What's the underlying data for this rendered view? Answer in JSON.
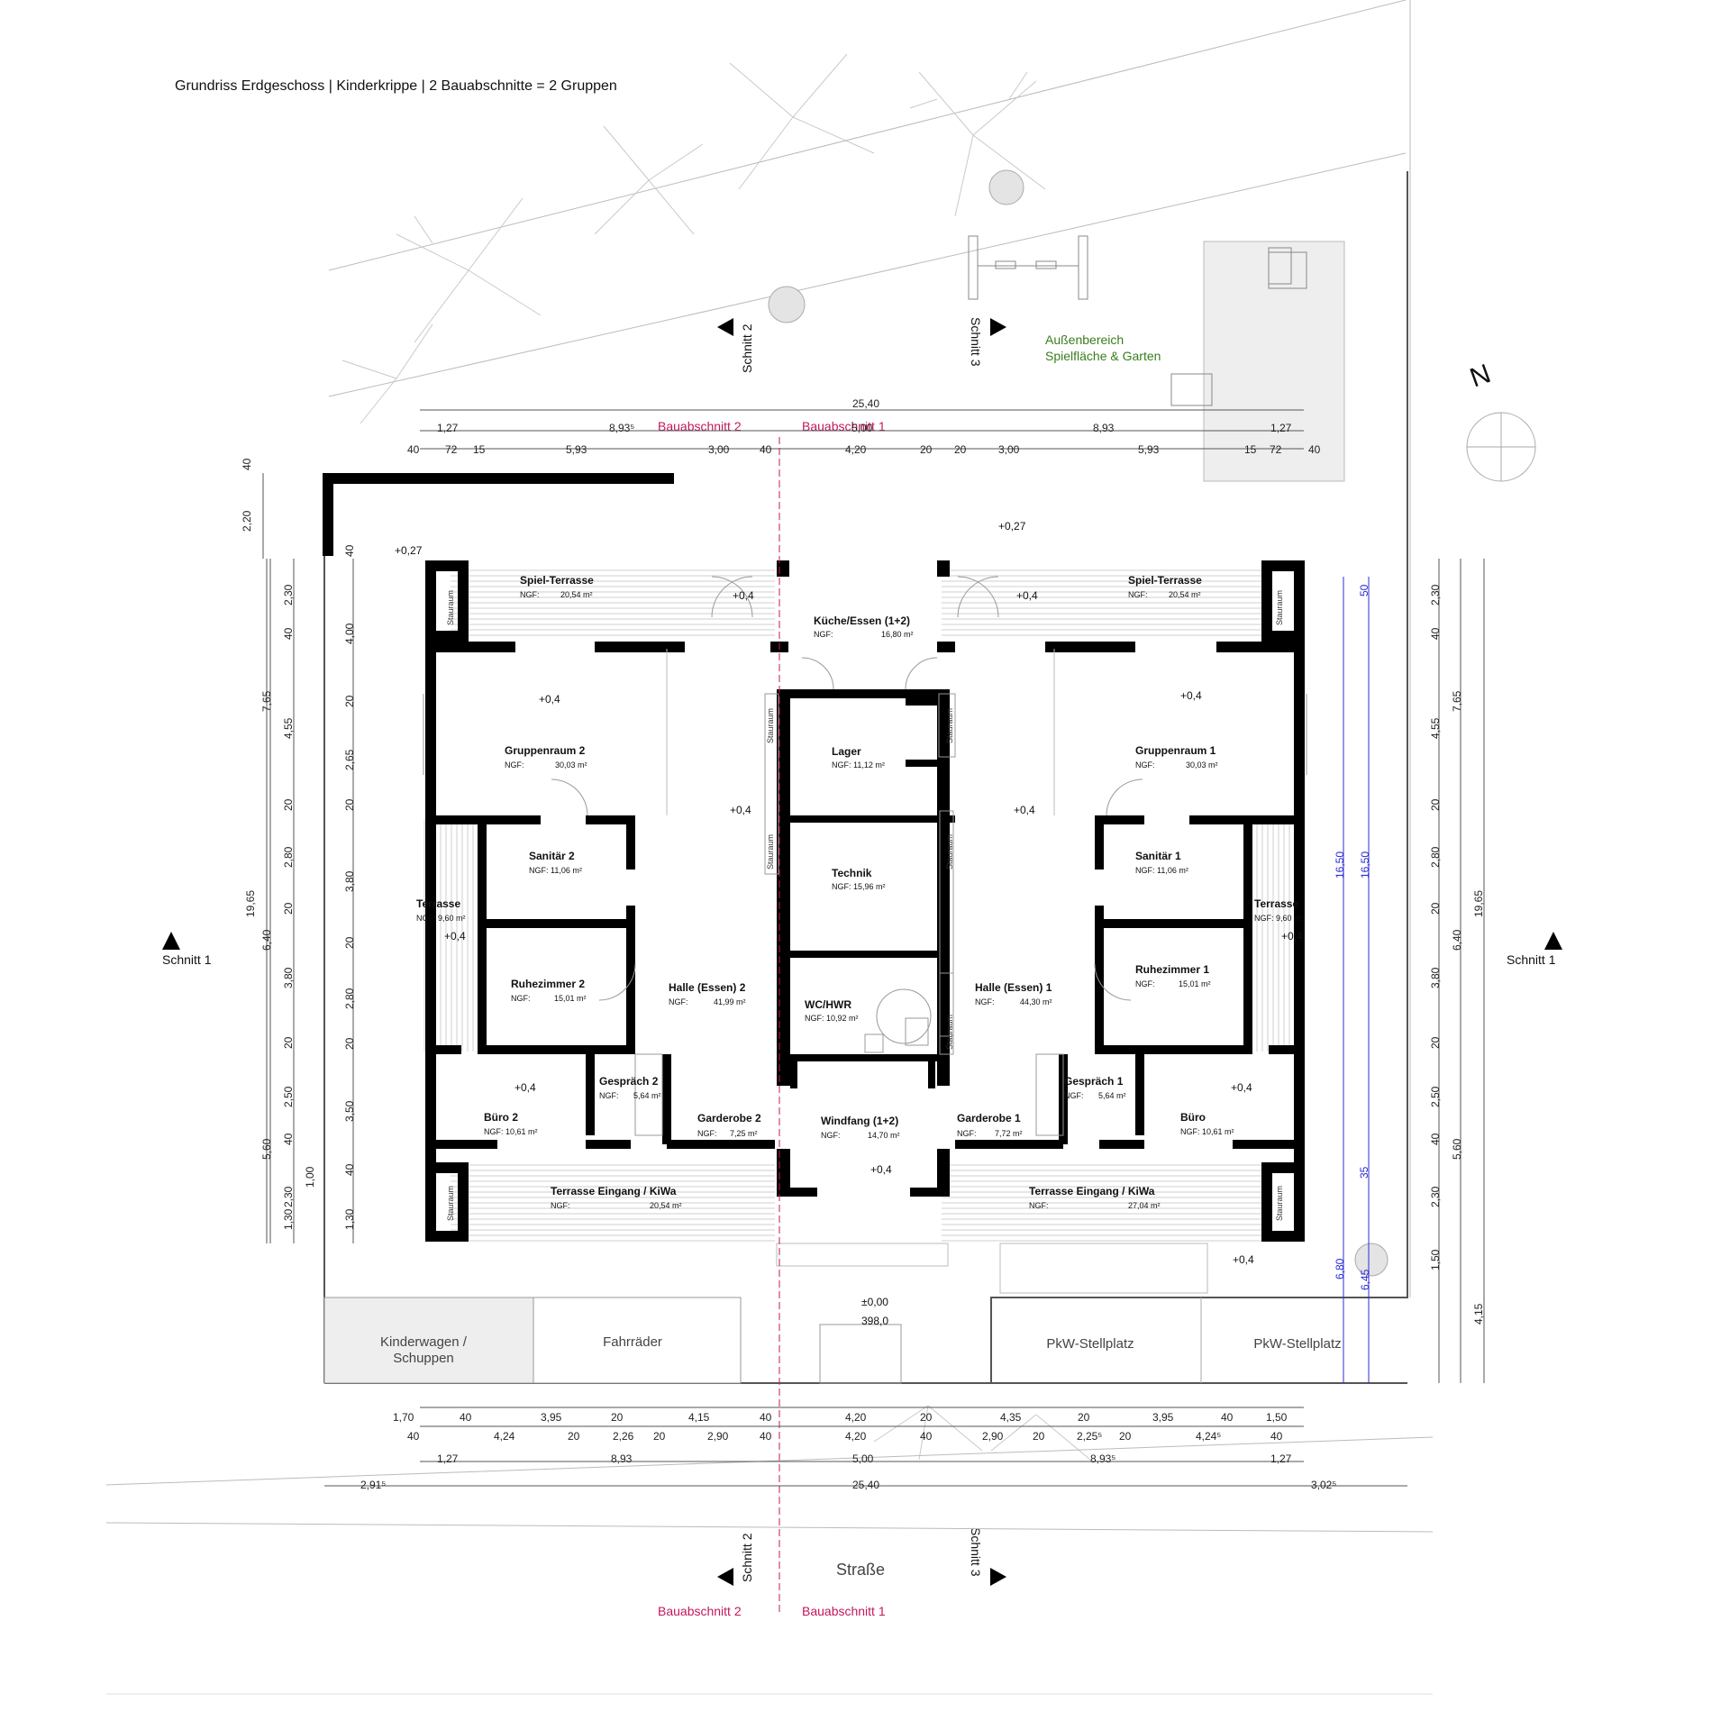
{
  "title": "Grundriss Erdgeschoss | Kinderkrippe | 2 Bauabschnitte = 2 Gruppen",
  "north": "N",
  "outdoor": {
    "line1": "Außenbereich",
    "line2": "Spielfläche & Garten"
  },
  "street": "Straße",
  "bauabschnitte": {
    "left": "Bauabschnitt 2",
    "right": "Bauabschnitt 1"
  },
  "schnitte": {
    "s1": "Schnitt 1",
    "s2": "Schnitt 2",
    "s3": "Schnitt 3"
  },
  "rooms": {
    "spiel_l": {
      "name": "Spiel-Terrasse",
      "ngf": "NGF:",
      "area": "20,54 m²"
    },
    "spiel_r": {
      "name": "Spiel-Terrasse",
      "ngf": "NGF:",
      "area": "20,54 m²"
    },
    "kueche": {
      "name": "Küche/Essen (1+2)",
      "ngf": "NGF:",
      "area": "16,80 m²"
    },
    "grp2": {
      "name": "Gruppenraum 2",
      "ngf": "NGF:",
      "area": "30,03 m²"
    },
    "grp1": {
      "name": "Gruppenraum 1",
      "ngf": "NGF:",
      "area": "30,03 m²"
    },
    "lager": {
      "name": "Lager",
      "ngf": "NGF: 11,12 m²"
    },
    "technik": {
      "name": "Technik",
      "ngf": "NGF: 15,96 m²"
    },
    "wc": {
      "name": "WC/HWR",
      "ngf": "NGF: 10,92 m²"
    },
    "san2": {
      "name": "Sanitär 2",
      "ngf": "NGF: 11,06 m²"
    },
    "san1": {
      "name": "Sanitär 1",
      "ngf": "NGF: 11,06 m²"
    },
    "ter_l": {
      "name": "Terrasse",
      "ngf": "NGF: 9,60 m²"
    },
    "ter_r": {
      "name": "Terrasse",
      "ngf": "NGF: 9,60 m²"
    },
    "ruhe2": {
      "name": "Ruhezimmer 2",
      "ngf": "NGF:",
      "area": "15,01 m²"
    },
    "ruhe1": {
      "name": "Ruhezimmer 1",
      "ngf": "NGF:",
      "area": "15,01 m²"
    },
    "halle2": {
      "name": "Halle (Essen) 2",
      "ngf": "NGF:",
      "area": "41,99 m²"
    },
    "halle1": {
      "name": "Halle (Essen) 1",
      "ngf": "NGF:",
      "area": "44,30 m²"
    },
    "buero2": {
      "name": "Büro 2",
      "ngf": "NGF: 10,61 m²"
    },
    "buero1": {
      "name": "Büro",
      "ngf": "NGF: 10,61 m²"
    },
    "gespr2": {
      "name": "Gespräch 2",
      "ngf": "NGF:",
      "area": "5,64 m²"
    },
    "gespr1": {
      "name": "Gespräch 1",
      "ngf": "NGF:",
      "area": "5,64 m²"
    },
    "gard2": {
      "name": "Garderobe 2",
      "ngf": "NGF:",
      "area": "7,25 m²"
    },
    "gard1": {
      "name": "Garderobe 1",
      "ngf": "NGF:",
      "area": "7,72 m²"
    },
    "windfang": {
      "name": "Windfang (1+2)",
      "ngf": "NGF:",
      "area": "14,70 m²"
    },
    "teing_l": {
      "name": "Terrasse Eingang / KiWa",
      "ngf": "NGF:",
      "area": "20,54 m²"
    },
    "teing_r": {
      "name": "Terrasse Eingang / KiWa",
      "ngf": "NGF:",
      "area": "27,04 m²"
    },
    "stauraum": "Stauraum"
  },
  "outbuildings": {
    "kiwa1": "Kinderwagen /",
    "kiwa2": "Schuppen",
    "fahrraeder": "Fahrräder",
    "pkw1": "PkW-Stellplatz",
    "pkw2": "PkW-Stellplatz"
  },
  "levels": {
    "l027a": "+0,27",
    "l027b": "+0,27",
    "l04": "+0,4",
    "l000": "±0,00",
    "l398": "398,0"
  },
  "dims": {
    "top_total": "25,40",
    "top_row1": [
      "1,27",
      "8,93⁵",
      "5,00",
      "8,93",
      "1,27"
    ],
    "top_row2": [
      "40",
      "72",
      "15",
      "5,93",
      "3,00",
      "40",
      "4,20",
      "20",
      "20",
      "3,00",
      "5,93",
      "15",
      "72",
      "40"
    ],
    "bot_row1": [
      "1,70",
      "40",
      "3,95",
      "20",
      "4,15",
      "40",
      "4,20",
      "20",
      "4,35",
      "20",
      "3,95",
      "40",
      "1,50"
    ],
    "bot_row2": [
      "40",
      "4,24",
      "20",
      "2,26",
      "20",
      "2,90",
      "40",
      "4,20",
      "40",
      "2,90",
      "20",
      "2,25⁵",
      "20",
      "4,24⁵",
      "40"
    ],
    "bot_row3": [
      "1,27",
      "8,93",
      "5,00",
      "8,93⁵",
      "1,27"
    ],
    "bot_row4": [
      "2,91⁵",
      "25,40",
      "3,02⁵"
    ],
    "left_outer": [
      "40",
      "2,20"
    ],
    "left_main": [
      "19,65"
    ],
    "left_a": [
      "7,65",
      "6,40",
      "5,60"
    ],
    "left_b": [
      "2,30",
      "40",
      "4,55",
      "20",
      "2,80",
      "20",
      "3,80",
      "20",
      "2,50",
      "40",
      "2,30",
      "1,30"
    ],
    "left_c": [
      "40",
      "4,00",
      "20",
      "2,65",
      "20",
      "3,80",
      "20",
      "2,80",
      "20",
      "3,50",
      "40",
      "1,30",
      "1,00"
    ],
    "right_b": [
      "2,30",
      "40",
      "4,55",
      "20",
      "2,80",
      "20",
      "3,80",
      "20",
      "2,50",
      "40",
      "2,30",
      "1,50"
    ],
    "right_a": [
      "7,65",
      "6,40",
      "5,60",
      "4,15"
    ],
    "right_main": [
      "19,65"
    ],
    "blue": [
      "50",
      "16,50",
      "16,50",
      "35",
      "6,80",
      "6,45"
    ]
  },
  "colors": {
    "wall": "#000000",
    "accent": "#c2185b",
    "green": "#3a7d1e",
    "dimblue": "#2b2bd6"
  }
}
